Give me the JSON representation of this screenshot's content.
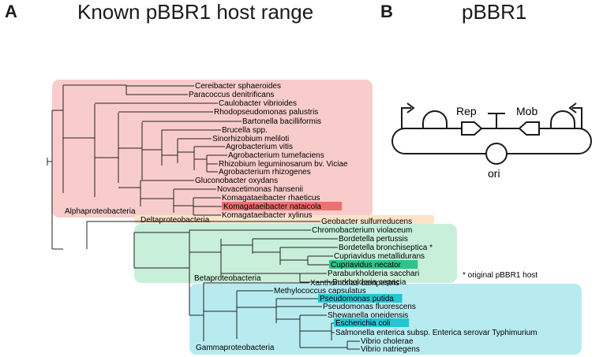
{
  "panel_a": {
    "letter": "A",
    "title": "Known pBBR1 host range",
    "clades": [
      {
        "name": "Alphaproteobacteria",
        "color": "#f9cccc"
      },
      {
        "name": "Deltaproteobacteria",
        "color": "#fbe3c9"
      },
      {
        "name": "Betaproteobacteria",
        "color": "#c8efd9"
      },
      {
        "name": "Gammaproteobacteria",
        "color": "#b8ebf0"
      }
    ],
    "taxa": [
      {
        "name": "Cereibacter sphaeroides"
      },
      {
        "name": "Paracoccus denitrificans"
      },
      {
        "name": "Caulobacter vibrioides"
      },
      {
        "name": "Rhodopseudomonas palustris"
      },
      {
        "name": "Bartonella bacilliformis"
      },
      {
        "name": "Brucella spp."
      },
      {
        "name": "Sinorhizobium meliloti"
      },
      {
        "name": "Agrobacterium vitis"
      },
      {
        "name": "Agrobacterium tumefaciens"
      },
      {
        "name": "Rhizobium leguminosarum bv. Viciae"
      },
      {
        "name": "Agrobacterium rhizogenes"
      },
      {
        "name": "Gluconobacter oxydans"
      },
      {
        "name": "Novacetimonas hansenii"
      },
      {
        "name": "Komagataeibacter rhaeticus"
      },
      {
        "name": "Komagataeibacter nataicola",
        "highlight": "#f07070"
      },
      {
        "name": "Komagataeibacter xylinus"
      },
      {
        "name": "Geobacter sulfurreducens"
      },
      {
        "name": "Chromobacterium violaceum"
      },
      {
        "name": "Bordetella pertussis"
      },
      {
        "name": "Bordetella bronchiseptica *"
      },
      {
        "name": "Cupriavidus metallidurans"
      },
      {
        "name": "Cupriavidus necator",
        "highlight": "#2dc48a"
      },
      {
        "name": "Paraburkholderia sacchari"
      },
      {
        "name": "Burkholderia cepacia"
      },
      {
        "name": "Xanthomonas campestris"
      },
      {
        "name": "Methylococcus capsulatus"
      },
      {
        "name": "Pseudomonas putida",
        "highlight": "#22c7d3"
      },
      {
        "name": "Pseudomonas fluorescens"
      },
      {
        "name": "Shewanella oneidensis"
      },
      {
        "name": "Escherichia coli",
        "highlight": "#22c7d3"
      },
      {
        "name": "Salmonella enterica subsp. Enterica serovar Typhimurium"
      },
      {
        "name": "Vibrio cholerae"
      },
      {
        "name": "Vibrio natriegens"
      }
    ],
    "footnote": "* original pBBR1 host"
  },
  "panel_b": {
    "letter": "B",
    "title": "pBBR1",
    "labels": {
      "rep": "Rep",
      "mob": "Mob",
      "ori": "ori"
    }
  }
}
